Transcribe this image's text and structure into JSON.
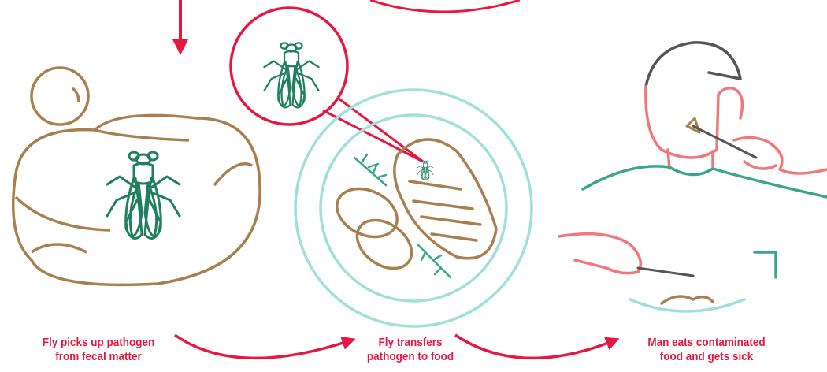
{
  "steps": [
    {
      "line1": "Fly picks up pathogen",
      "line2": "from fecal matter"
    },
    {
      "line1": "Fly transfers",
      "line2": "pathogen to food"
    },
    {
      "line1": "Man eats contaminated",
      "line2": "food and gets sick"
    }
  ],
  "icons": [
    "fly-icon",
    "feces-icon",
    "plate-icon",
    "steak-icon",
    "man-icon",
    "fork-icon",
    "arrow-icon"
  ],
  "colors": {
    "accent_red": "#e8173f",
    "fly_green": "#1f7f5f",
    "feces_brown": "#a8804f",
    "plate_teal": "#9fe0d8",
    "man_pink": "#f0787a",
    "hair_gray": "#555555"
  }
}
